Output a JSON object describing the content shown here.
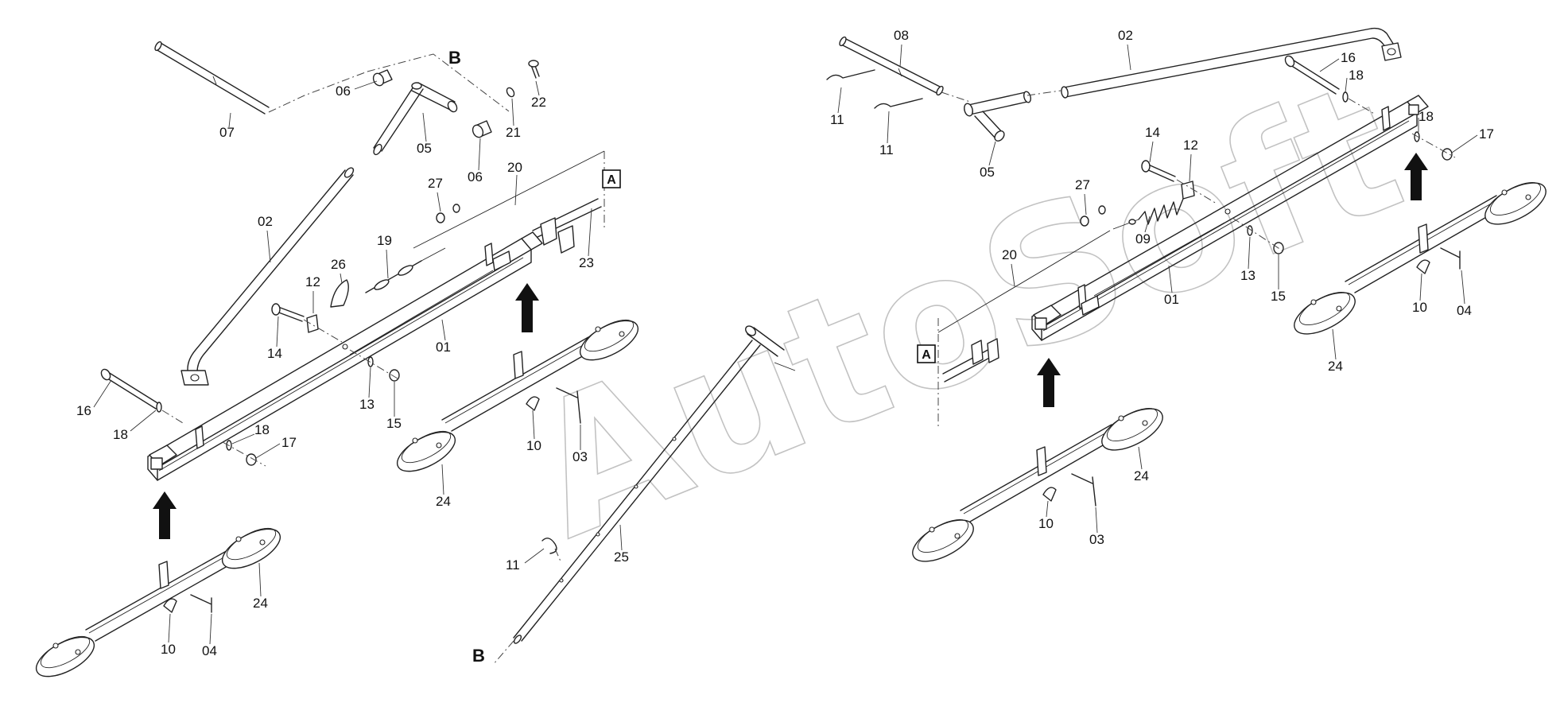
{
  "diagram": {
    "watermark": "AutoSoft",
    "reference_letters": {
      "b_top": "B",
      "b_bottom": "B"
    },
    "reference_boxes": {
      "a_left": "A",
      "a_right": "A"
    },
    "left_assembly": {
      "labels": {
        "p01": "01",
        "p02": "02",
        "p03": "03",
        "p04": "04",
        "p05": "05",
        "p06a": "06",
        "p06b": "06",
        "p07": "07",
        "p10a": "10",
        "p10b": "10",
        "p11": "11",
        "p12": "12",
        "p13": "13",
        "p14": "14",
        "p15": "15",
        "p16": "16",
        "p17": "17",
        "p18a": "18",
        "p18b": "18",
        "p19": "19",
        "p20": "20",
        "p21": "21",
        "p22": "22",
        "p23": "23",
        "p24a": "24",
        "p24b": "24",
        "p25": "25",
        "p26": "26",
        "p27": "27"
      }
    },
    "right_assembly": {
      "labels": {
        "p01": "01",
        "p02": "02",
        "p03": "03",
        "p04": "04",
        "p05": "05",
        "p08": "08",
        "p09": "09",
        "p10a": "10",
        "p10b": "10",
        "p11a": "11",
        "p11b": "11",
        "p12": "12",
        "p13": "13",
        "p14": "14",
        "p15": "15",
        "p16": "16",
        "p17": "17",
        "p18a": "18",
        "p18b": "18",
        "p20": "20",
        "p24a": "24",
        "p24b": "24",
        "p27": "27"
      }
    }
  }
}
